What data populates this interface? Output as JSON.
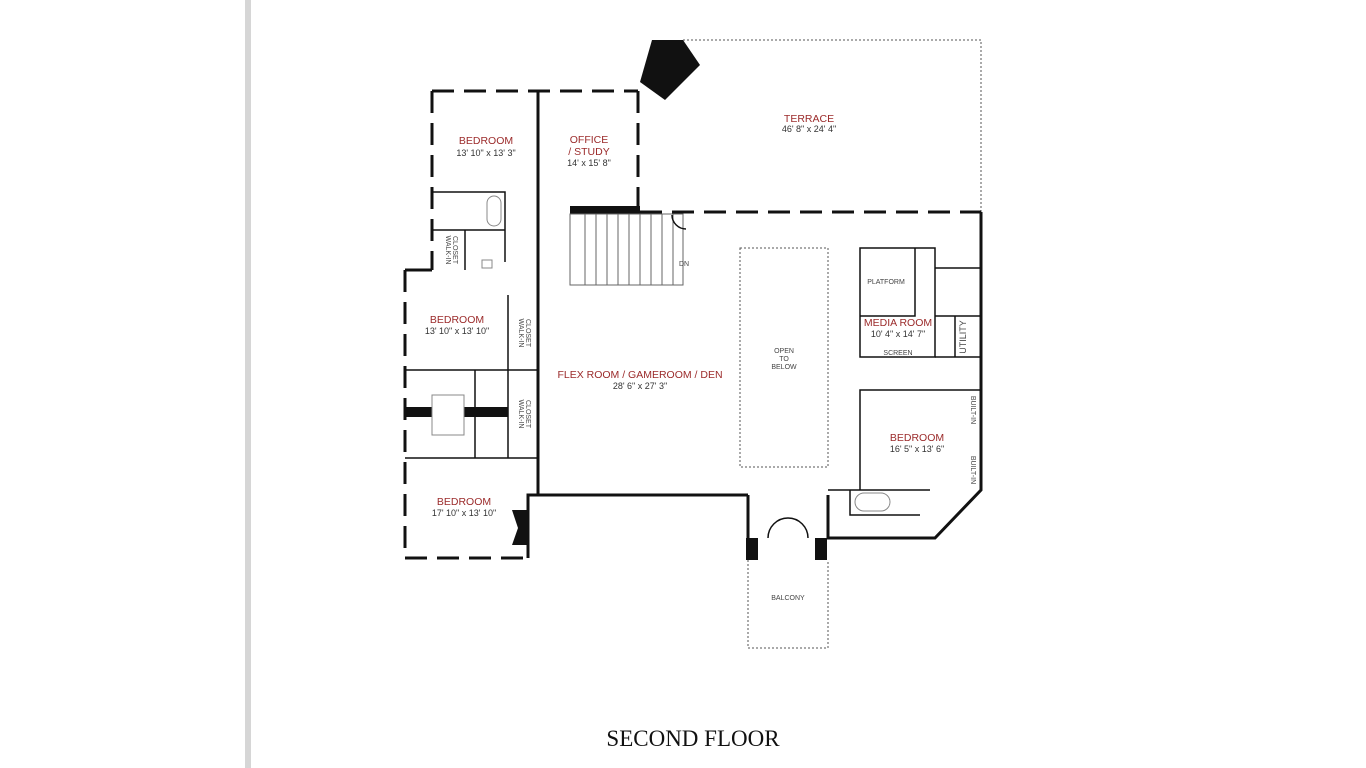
{
  "plan": {
    "title": "SECOND FLOOR",
    "rooms": {
      "terrace": {
        "name": "TERRACE",
        "dim": "46' 8\" x 24' 4\""
      },
      "bedroom_nw": {
        "name": "BEDROOM",
        "dim": "13' 10\" x 13' 3\""
      },
      "office": {
        "name": "OFFICE",
        "name2": "/ STUDY",
        "dim": "14' x 15' 8\""
      },
      "bedroom_w": {
        "name": "BEDROOM",
        "dim": "13' 10\" x 13' 10\""
      },
      "bedroom_sw": {
        "name": "BEDROOM",
        "dim": "17' 10\" x 13' 10\""
      },
      "flex": {
        "name": "FLEX ROOM / GAMEROOM / DEN",
        "dim": "28' 6\" x 27' 3\""
      },
      "media": {
        "name": "MEDIA ROOM",
        "dim": "10' 4\" x 14' 7\""
      },
      "bedroom_e": {
        "name": "BEDROOM",
        "dim": "16' 5\" x 13' 6\""
      },
      "balcony": {
        "name": "BALCONY"
      }
    },
    "labels": {
      "walkin": "WALK-IN",
      "closet": "CLOSET",
      "dn": "DN",
      "open1": "OPEN",
      "open2": "TO",
      "open3": "BELOW",
      "platform": "PLATFORM",
      "screen": "SCREEN",
      "utility": "UTILITY",
      "builtin": "BUILT-IN"
    }
  }
}
